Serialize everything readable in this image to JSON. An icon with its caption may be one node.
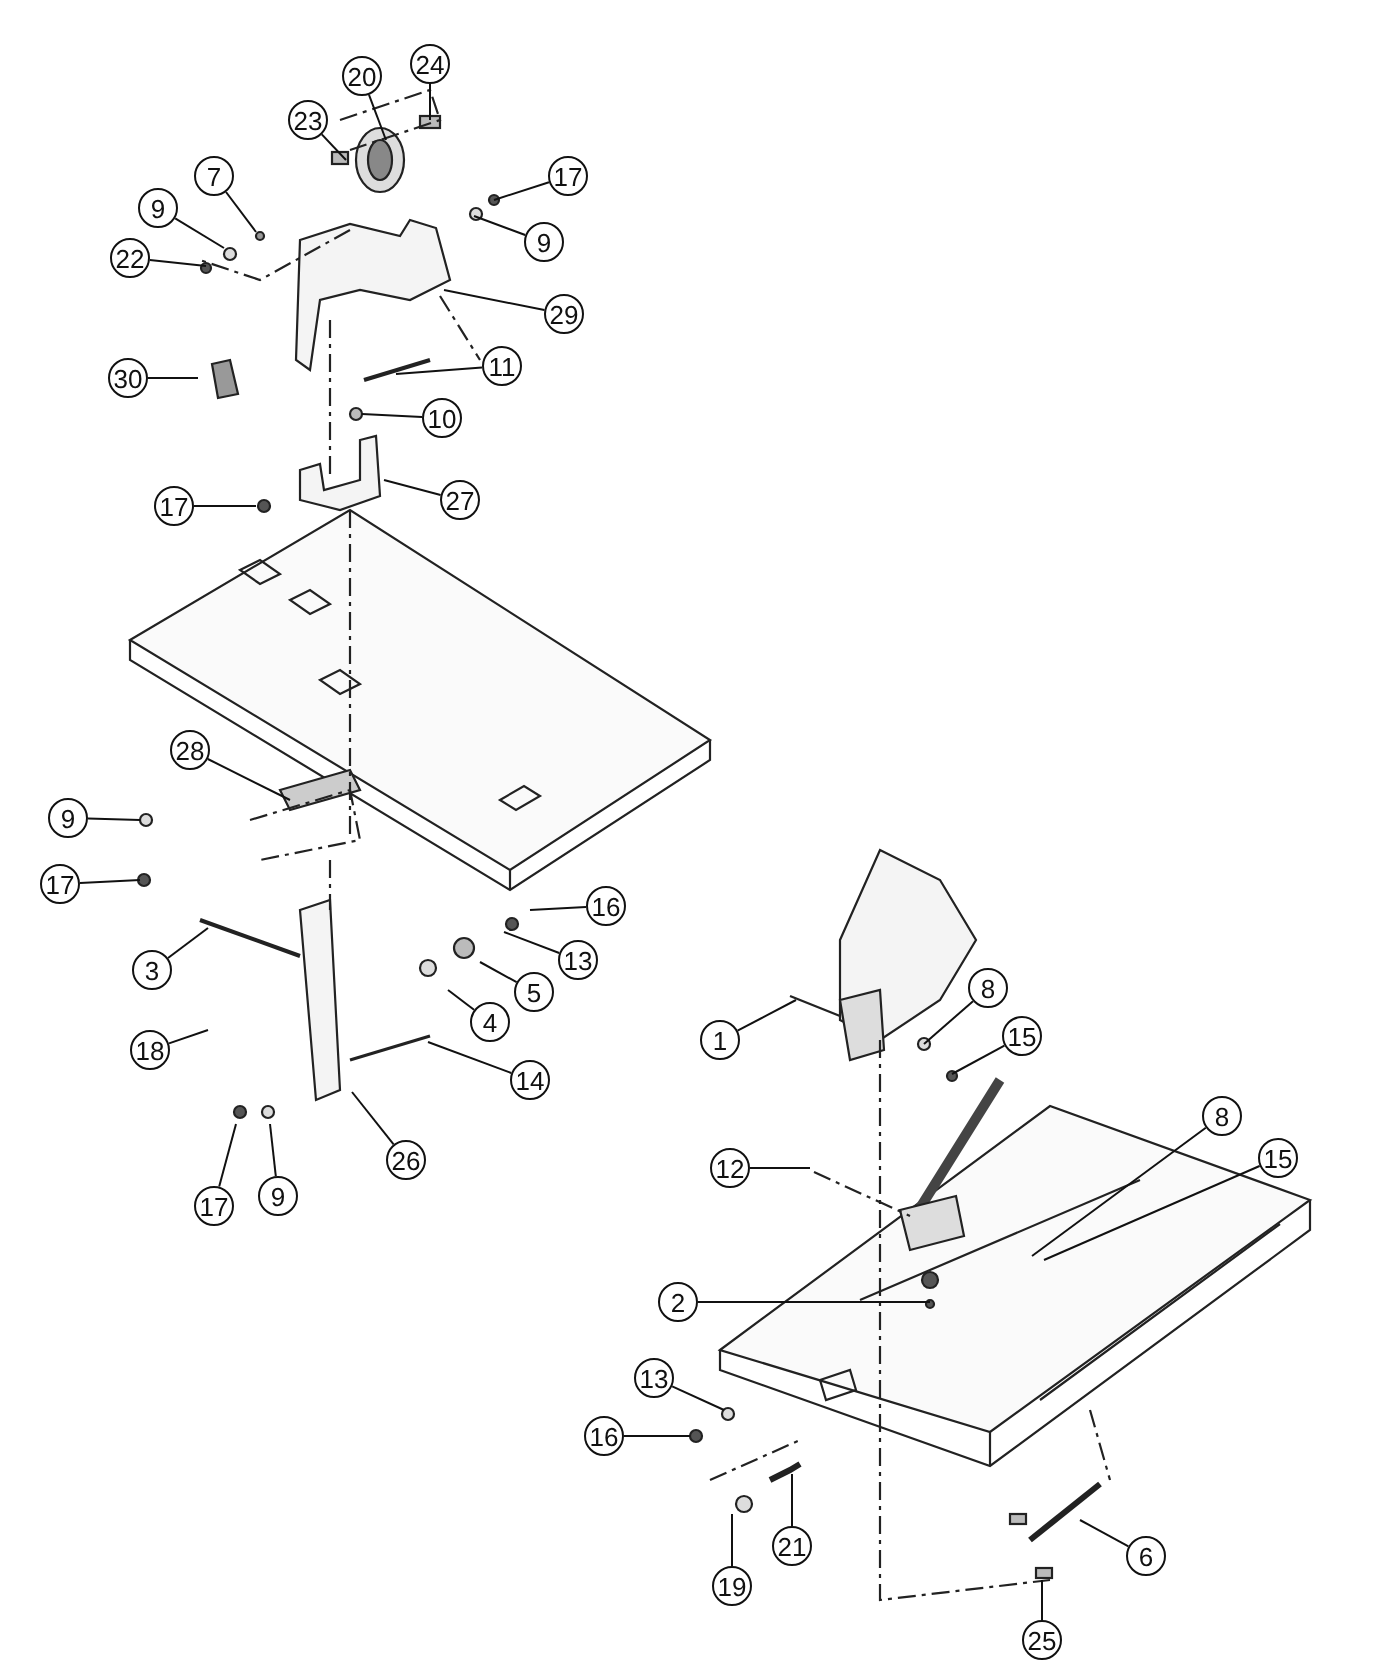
{
  "diagram": {
    "nodes": [
      {
        "text": [
          "20"
        ]
      },
      {
        "text": [
          "24"
        ]
      },
      {
        "text": [
          "23"
        ]
      },
      {
        "text": [
          "7"
        ]
      },
      {
        "text": [
          "17"
        ]
      },
      {
        "text": [
          "9"
        ]
      },
      {
        "text": [
          "9"
        ]
      },
      {
        "text": [
          "22"
        ]
      },
      {
        "text": [
          "29"
        ]
      },
      {
        "text": [
          "30"
        ]
      },
      {
        "text": [
          "11"
        ]
      },
      {
        "text": [
          "10"
        ]
      },
      {
        "text": [
          "17"
        ]
      },
      {
        "text": [
          "27"
        ]
      },
      {
        "text": [
          "28"
        ]
      },
      {
        "text": [
          "9"
        ]
      },
      {
        "text": [
          "17"
        ]
      },
      {
        "text": [
          "16"
        ]
      },
      {
        "text": [
          "13"
        ]
      },
      {
        "text": [
          "5"
        ]
      },
      {
        "text": [
          "3"
        ]
      },
      {
        "text": [
          "4"
        ]
      },
      {
        "text": [
          "1"
        ]
      },
      {
        "text": [
          "8"
        ]
      },
      {
        "text": [
          "15"
        ]
      },
      {
        "text": [
          "18"
        ]
      },
      {
        "text": [
          "14"
        ]
      },
      {
        "text": [
          "26"
        ]
      },
      {
        "text": [
          "17"
        ]
      },
      {
        "text": [
          "9"
        ]
      },
      {
        "text": [
          "12"
        ]
      },
      {
        "text": [
          "8"
        ]
      },
      {
        "text": [
          "15"
        ]
      },
      {
        "text": [
          "2"
        ]
      },
      {
        "text": [
          "13"
        ]
      },
      {
        "text": [
          "16"
        ]
      },
      {
        "text": [
          "6"
        ]
      },
      {
        "text": [
          "21"
        ]
      },
      {
        "text": [
          "19"
        ]
      },
      {
        "text": [
          "25"
        ]
      }
    ],
    "edges": [
      {
        "from": 0,
        "to": null,
        "arrow": "none"
      },
      {
        "from": 1,
        "to": null,
        "arrow": "none"
      },
      {
        "from": 2,
        "to": null,
        "arrow": "none"
      },
      {
        "from": 3,
        "to": null,
        "arrow": "none"
      },
      {
        "from": 4,
        "to": null,
        "arrow": "none"
      },
      {
        "from": 5,
        "to": null,
        "arrow": "none"
      },
      {
        "from": 6,
        "to": null,
        "arrow": "none"
      },
      {
        "from": 7,
        "to": null,
        "arrow": "none"
      },
      {
        "from": 8,
        "to": null,
        "arrow": "none"
      },
      {
        "from": 9,
        "to": null,
        "arrow": "none"
      },
      {
        "from": 10,
        "to": null,
        "arrow": "none"
      },
      {
        "from": 11,
        "to": null,
        "arrow": "none"
      },
      {
        "from": 12,
        "to": null,
        "arrow": "none"
      },
      {
        "from": 13,
        "to": null,
        "arrow": "none"
      },
      {
        "from": 14,
        "to": null,
        "arrow": "none"
      },
      {
        "from": 15,
        "to": null,
        "arrow": "none"
      },
      {
        "from": 16,
        "to": null,
        "arrow": "none"
      },
      {
        "from": 17,
        "to": null,
        "arrow": "none"
      },
      {
        "from": 18,
        "to": null,
        "arrow": "none"
      },
      {
        "from": 19,
        "to": null,
        "arrow": "none"
      },
      {
        "from": 20,
        "to": null,
        "arrow": "none"
      },
      {
        "from": 21,
        "to": null,
        "arrow": "none"
      },
      {
        "from": 22,
        "to": null,
        "arrow": "none"
      },
      {
        "from": 23,
        "to": null,
        "arrow": "none"
      },
      {
        "from": 24,
        "to": null,
        "arrow": "none"
      },
      {
        "from": 25,
        "to": null,
        "arrow": "none"
      },
      {
        "from": 26,
        "to": null,
        "arrow": "none"
      },
      {
        "from": 27,
        "to": null,
        "arrow": "none"
      },
      {
        "from": 28,
        "to": null,
        "arrow": "none"
      },
      {
        "from": 29,
        "to": null,
        "arrow": "none"
      },
      {
        "from": 30,
        "to": null,
        "arrow": "none"
      },
      {
        "from": 31,
        "to": null,
        "arrow": "none"
      },
      {
        "from": 32,
        "to": null,
        "arrow": "none"
      },
      {
        "from": 33,
        "to": null,
        "arrow": "none"
      },
      {
        "from": 34,
        "to": null,
        "arrow": "none"
      },
      {
        "from": 35,
        "to": null,
        "arrow": "none"
      },
      {
        "from": 36,
        "to": null,
        "arrow": "none"
      },
      {
        "from": 37,
        "to": null,
        "arrow": "none"
      },
      {
        "from": 38,
        "to": null,
        "arrow": "none"
      },
      {
        "from": 39,
        "to": null,
        "arrow": "none"
      }
    ]
  }
}
